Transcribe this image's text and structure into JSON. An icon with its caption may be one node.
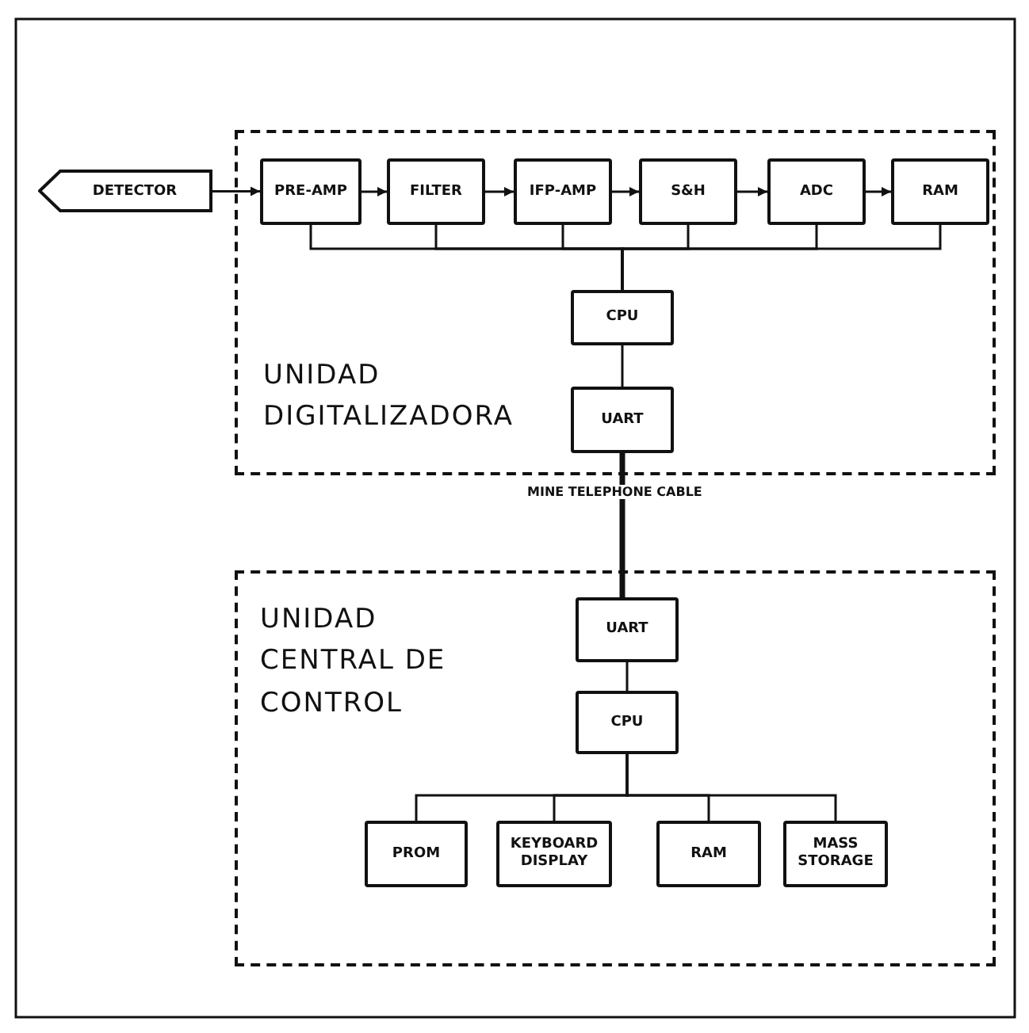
{
  "diagram": {
    "nodes": [
      {
        "text": [
          "UNIDAD DIGITALIZADORA"
        ]
      },
      {
        "text": [
          "DETECTOR"
        ]
      },
      {
        "text": [
          "PRE-AMP"
        ],
        "in": 0
      },
      {
        "text": [
          "FILTER"
        ],
        "in": 0
      },
      {
        "text": [
          "IFP-AMP"
        ],
        "in": 0
      },
      {
        "text": [
          "S&H"
        ],
        "in": 0
      },
      {
        "text": [
          "ADC"
        ],
        "in": 0
      },
      {
        "text": [
          "RAM"
        ],
        "in": 0
      },
      {
        "text": [
          "CPU"
        ],
        "in": 0
      },
      {
        "text": [
          "UART"
        ],
        "in": 0
      },
      {
        "text": [
          "UNIDAD CENTRAL DE CONTROL"
        ]
      },
      {
        "text": [
          "UART"
        ],
        "in": 10
      },
      {
        "text": [
          "CPU"
        ],
        "in": 10
      },
      {
        "text": [
          "PROM"
        ],
        "in": 10
      },
      {
        "text": [
          "KEYBOARD DISPLAY"
        ],
        "in": 10
      },
      {
        "text": [
          "RAM"
        ],
        "in": 10
      },
      {
        "text": [
          "MASS STORAGE"
        ],
        "in": 10
      }
    ],
    "edges": [
      {
        "from": 1,
        "to": 2,
        "arrow": "to"
      },
      {
        "from": 2,
        "to": 3,
        "arrow": "to"
      },
      {
        "from": 3,
        "to": 4,
        "arrow": "to"
      },
      {
        "from": 4,
        "to": 5,
        "arrow": "to"
      },
      {
        "from": 5,
        "to": 6,
        "arrow": "to"
      },
      {
        "from": 6,
        "to": 7,
        "arrow": "to"
      },
      {
        "from": 2,
        "to": 8,
        "arrow": "none"
      },
      {
        "from": 3,
        "to": 8,
        "arrow": "none"
      },
      {
        "from": 4,
        "to": 8,
        "arrow": "none"
      },
      {
        "from": 5,
        "to": 8,
        "arrow": "none"
      },
      {
        "from": 6,
        "to": 8,
        "arrow": "none"
      },
      {
        "from": 7,
        "to": 8,
        "arrow": "none"
      },
      {
        "from": 8,
        "to": 9,
        "arrow": "none"
      },
      {
        "from": 9,
        "to": 11,
        "arrow": "none",
        "label": "MINE TELEPHONE CABLE",
        "style": "thick"
      },
      {
        "from": 11,
        "to": 12,
        "arrow": "none"
      },
      {
        "from": 12,
        "to": 13,
        "arrow": "none"
      },
      {
        "from": 12,
        "to": 14,
        "arrow": "none"
      },
      {
        "from": 12,
        "to": 15,
        "arrow": "none"
      },
      {
        "from": 12,
        "to": 16,
        "arrow": "none"
      }
    ]
  }
}
